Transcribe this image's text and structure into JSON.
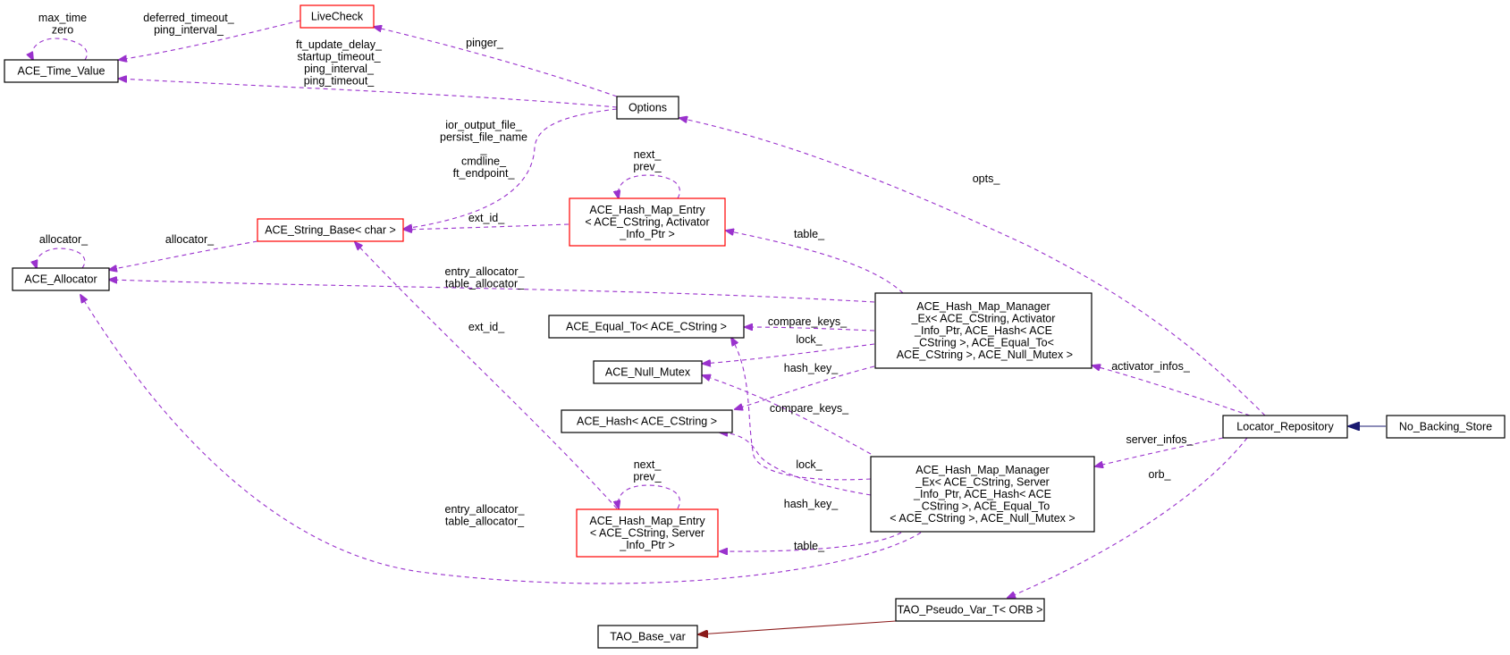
{
  "colors": {
    "usage_edge": "#9a32cd",
    "inherit_edge": "#191970",
    "template_edge": "#8b1a1a",
    "box_border": "#000000",
    "incomplete_border": "#ff0000",
    "highlight_fill": "#bfbfbf"
  },
  "nodes": {
    "ace_time_value": {
      "lines": [
        "ACE_Time_Value"
      ]
    },
    "livecheck": {
      "lines": [
        "LiveCheck"
      ]
    },
    "options": {
      "lines": [
        "Options"
      ]
    },
    "ace_allocator": {
      "lines": [
        "ACE_Allocator"
      ]
    },
    "ace_string_base": {
      "lines": [
        "ACE_String_Base< char >"
      ]
    },
    "hash_map_entry_activator": {
      "lines": [
        "ACE_Hash_Map_Entry",
        "< ACE_CString, Activator",
        "_Info_Ptr >"
      ]
    },
    "hash_map_manager_activator": {
      "lines": [
        "ACE_Hash_Map_Manager",
        "_Ex< ACE_CString, Activator",
        "_Info_Ptr, ACE_Hash< ACE",
        "_CString >, ACE_Equal_To<",
        " ACE_CString >, ACE_Null_Mutex >"
      ]
    },
    "ace_equal_to": {
      "lines": [
        "ACE_Equal_To< ACE_CString >"
      ]
    },
    "ace_null_mutex": {
      "lines": [
        "ACE_Null_Mutex"
      ]
    },
    "ace_hash": {
      "lines": [
        "ACE_Hash< ACE_CString >"
      ]
    },
    "locator_repository": {
      "lines": [
        "Locator_Repository"
      ]
    },
    "no_backing_store": {
      "lines": [
        "No_Backing_Store"
      ]
    },
    "hash_map_manager_server": {
      "lines": [
        "ACE_Hash_Map_Manager",
        "_Ex< ACE_CString, Server",
        "_Info_Ptr, ACE_Hash< ACE",
        "_CString >, ACE_Equal_To",
        "< ACE_CString >, ACE_Null_Mutex >"
      ]
    },
    "hash_map_entry_server": {
      "lines": [
        "ACE_Hash_Map_Entry",
        "< ACE_CString, Server",
        "_Info_Ptr >"
      ]
    },
    "tao_pseudo_var": {
      "lines": [
        "TAO_Pseudo_Var_T< ORB >"
      ]
    },
    "tao_base_var": {
      "lines": [
        "TAO_Base_var"
      ]
    }
  },
  "edge_labels": {
    "time_value_self": [
      "max_time",
      "zero"
    ],
    "livecheck_to_time_value": [
      "deferred_timeout_",
      "ping_interval_"
    ],
    "options_to_livecheck": [
      "pinger_"
    ],
    "options_to_time_value": [
      "ft_update_delay_",
      "startup_timeout_",
      "ping_interval_",
      "ping_timeout_"
    ],
    "options_to_string_base": [
      "ior_output_file_",
      "persist_file_name",
      "_",
      "cmdline_",
      "ft_endpoint_"
    ],
    "allocator_self": [
      "allocator_"
    ],
    "string_base_to_allocator": [
      "allocator_"
    ],
    "entry_activator_self": [
      "next_",
      "prev_"
    ],
    "entry_activator_to_string_base": [
      "ext_id_"
    ],
    "manager_activator_to_entry": [
      "table_"
    ],
    "manager_activator_to_allocator": [
      "entry_allocator_",
      "table_allocator_"
    ],
    "manager_activator_to_equal": [
      "compare_keys_"
    ],
    "manager_activator_to_mutex": [
      "lock_"
    ],
    "manager_activator_to_hash": [
      "hash_key_"
    ],
    "locator_to_options": [
      "opts_"
    ],
    "locator_to_manager_activator": [
      "activator_infos_"
    ],
    "locator_to_manager_server": [
      "server_infos_"
    ],
    "locator_to_pseudo_var": [
      "orb_"
    ],
    "manager_server_to_equal": [
      "compare_keys_"
    ],
    "manager_server_to_mutex": [
      "lock_"
    ],
    "manager_server_to_hash": [
      "hash_key_"
    ],
    "entry_server_self": [
      "next_",
      "prev_"
    ],
    "entry_server_to_string_base": [
      "ext_id_"
    ],
    "manager_server_to_entry": [
      "table_"
    ],
    "manager_server_to_allocator": [
      "entry_allocator_",
      "table_allocator_"
    ]
  }
}
